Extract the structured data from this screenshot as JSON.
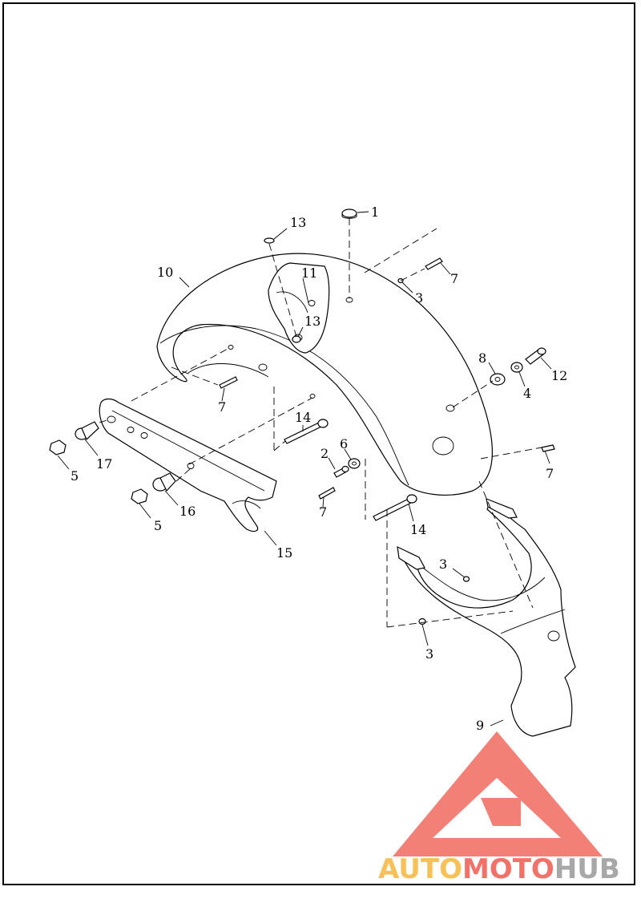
{
  "callouts": [
    {
      "id": "c1",
      "label": "1"
    },
    {
      "id": "c2",
      "label": "2"
    },
    {
      "id": "c3a",
      "label": "3"
    },
    {
      "id": "c3b",
      "label": "3"
    },
    {
      "id": "c3c",
      "label": "3"
    },
    {
      "id": "c4",
      "label": "4"
    },
    {
      "id": "c5a",
      "label": "5"
    },
    {
      "id": "c5b",
      "label": "5"
    },
    {
      "id": "c6",
      "label": "6"
    },
    {
      "id": "c7a",
      "label": "7"
    },
    {
      "id": "c7b",
      "label": "7"
    },
    {
      "id": "c7c",
      "label": "7"
    },
    {
      "id": "c7d",
      "label": "7"
    },
    {
      "id": "c8",
      "label": "8"
    },
    {
      "id": "c9",
      "label": "9"
    },
    {
      "id": "c10",
      "label": "10"
    },
    {
      "id": "c11",
      "label": "11"
    },
    {
      "id": "c12",
      "label": "12"
    },
    {
      "id": "c13a",
      "label": "13"
    },
    {
      "id": "c13b",
      "label": "13"
    },
    {
      "id": "c14a",
      "label": "14"
    },
    {
      "id": "c14b",
      "label": "14"
    },
    {
      "id": "c15",
      "label": "15"
    },
    {
      "id": "c16",
      "label": "16"
    },
    {
      "id": "c17",
      "label": "17"
    }
  ],
  "watermark": {
    "word1": "AUTO",
    "word2": "MOTO",
    "word3": "HUB",
    "color_auto": "#f7b73a",
    "color_moto": "#ef5a50",
    "color_hub": "#9a9a9a",
    "logo_color": "#f06a60"
  }
}
